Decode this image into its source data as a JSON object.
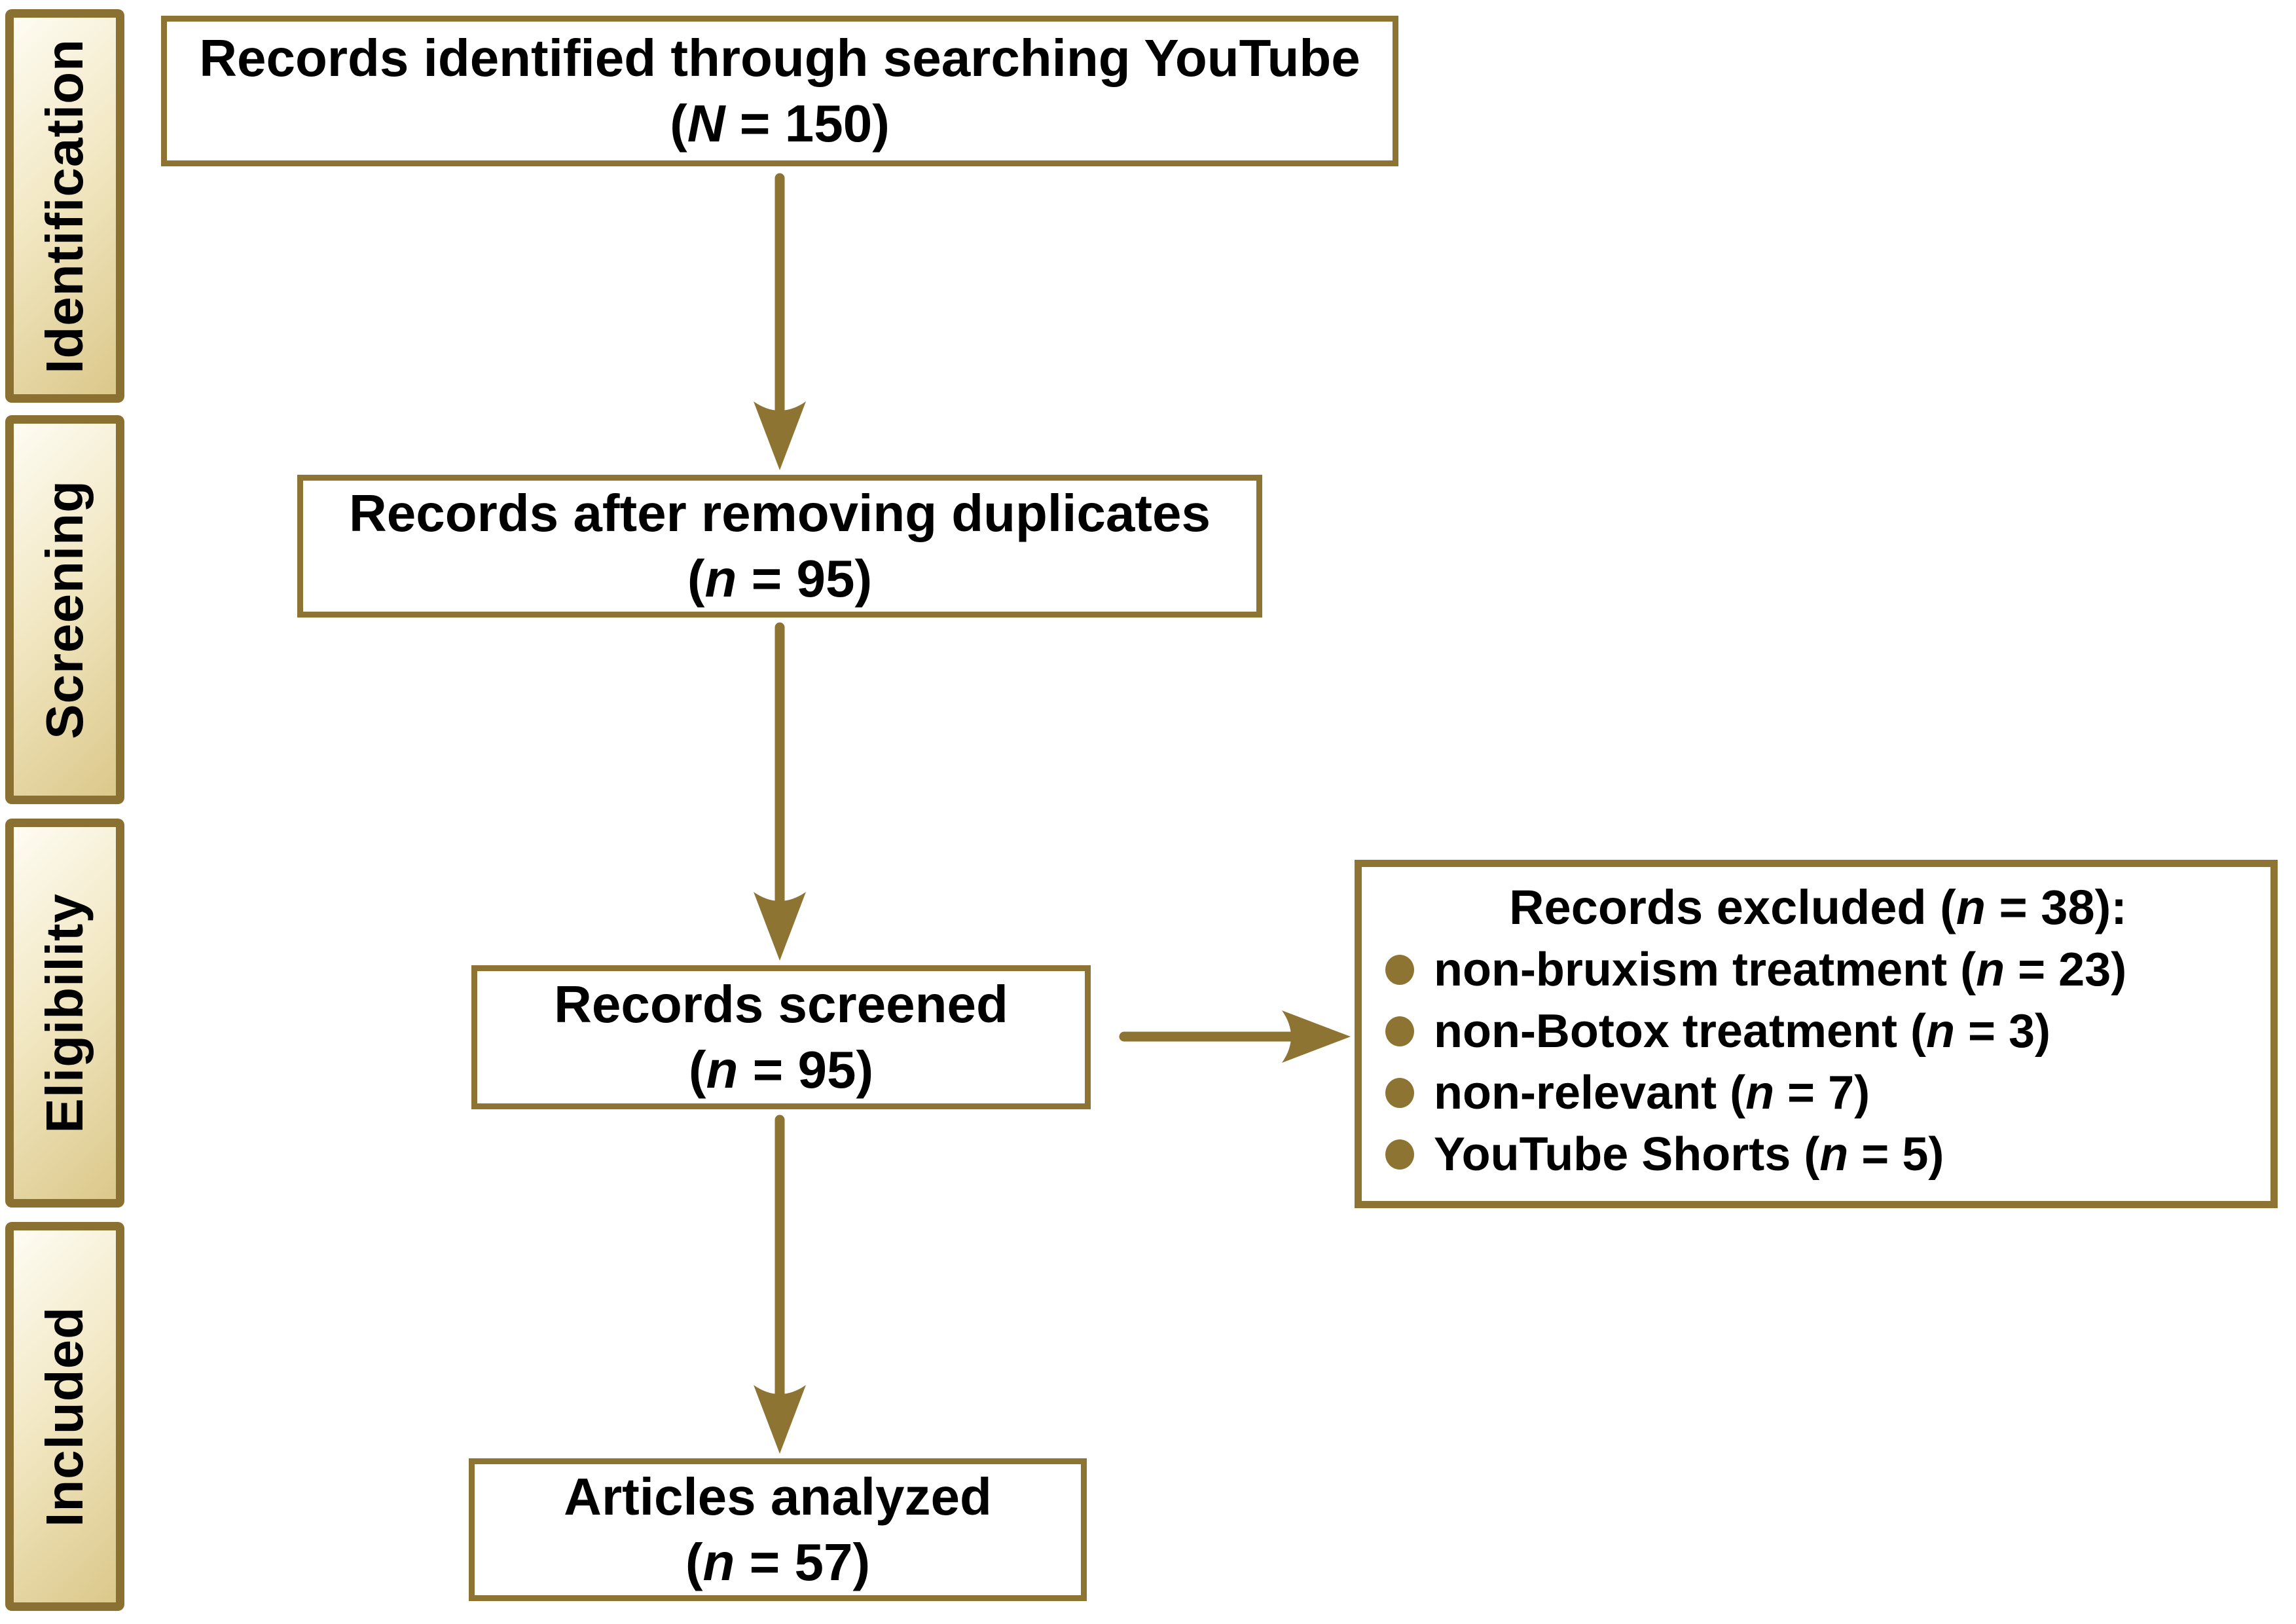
{
  "colors": {
    "gold": "#8D7433",
    "sidebar_border": "#8A7132",
    "sidebar_gradient_light": "#FEFCF3",
    "sidebar_gradient_mid": "#F2E8C4",
    "sidebar_gradient_dark": "#DBC88A",
    "box_border": "#8D7433",
    "text": "#000000",
    "background": "#FFFFFF"
  },
  "stages": [
    {
      "label": "Identification"
    },
    {
      "label": "Screening"
    },
    {
      "label": "Eligibility"
    },
    {
      "label": "Included"
    }
  ],
  "boxes": {
    "identified": {
      "text": "Records identified through searching YouTube",
      "count": {
        "open": "(",
        "var": "N",
        "rest": " = 150)"
      }
    },
    "deduplicated": {
      "text": "Records after removing duplicates",
      "count": {
        "open": "(",
        "var": "n",
        "rest": " = 95)"
      }
    },
    "screened": {
      "text": "Records screened",
      "count": {
        "open": "(",
        "var": "n",
        "rest": " = 95)"
      }
    },
    "analyzed": {
      "text": "Articles analyzed",
      "count": {
        "open": "(",
        "var": "n",
        "rest": " = 57)"
      }
    }
  },
  "excluded": {
    "title": {
      "pre": "Records excluded (",
      "var": "n",
      "rest": " = 38):"
    },
    "items": [
      {
        "pre": "non-bruxism treatment (",
        "var": "n",
        "rest": " = 23)"
      },
      {
        "pre": "non-Botox treatment (",
        "var": "n",
        "rest": " = 3)"
      },
      {
        "pre": "non-relevant (",
        "var": "n",
        "rest": " = 7)"
      },
      {
        "pre": "YouTube Shorts (",
        "var": "n",
        "rest": " = 5)"
      }
    ]
  }
}
